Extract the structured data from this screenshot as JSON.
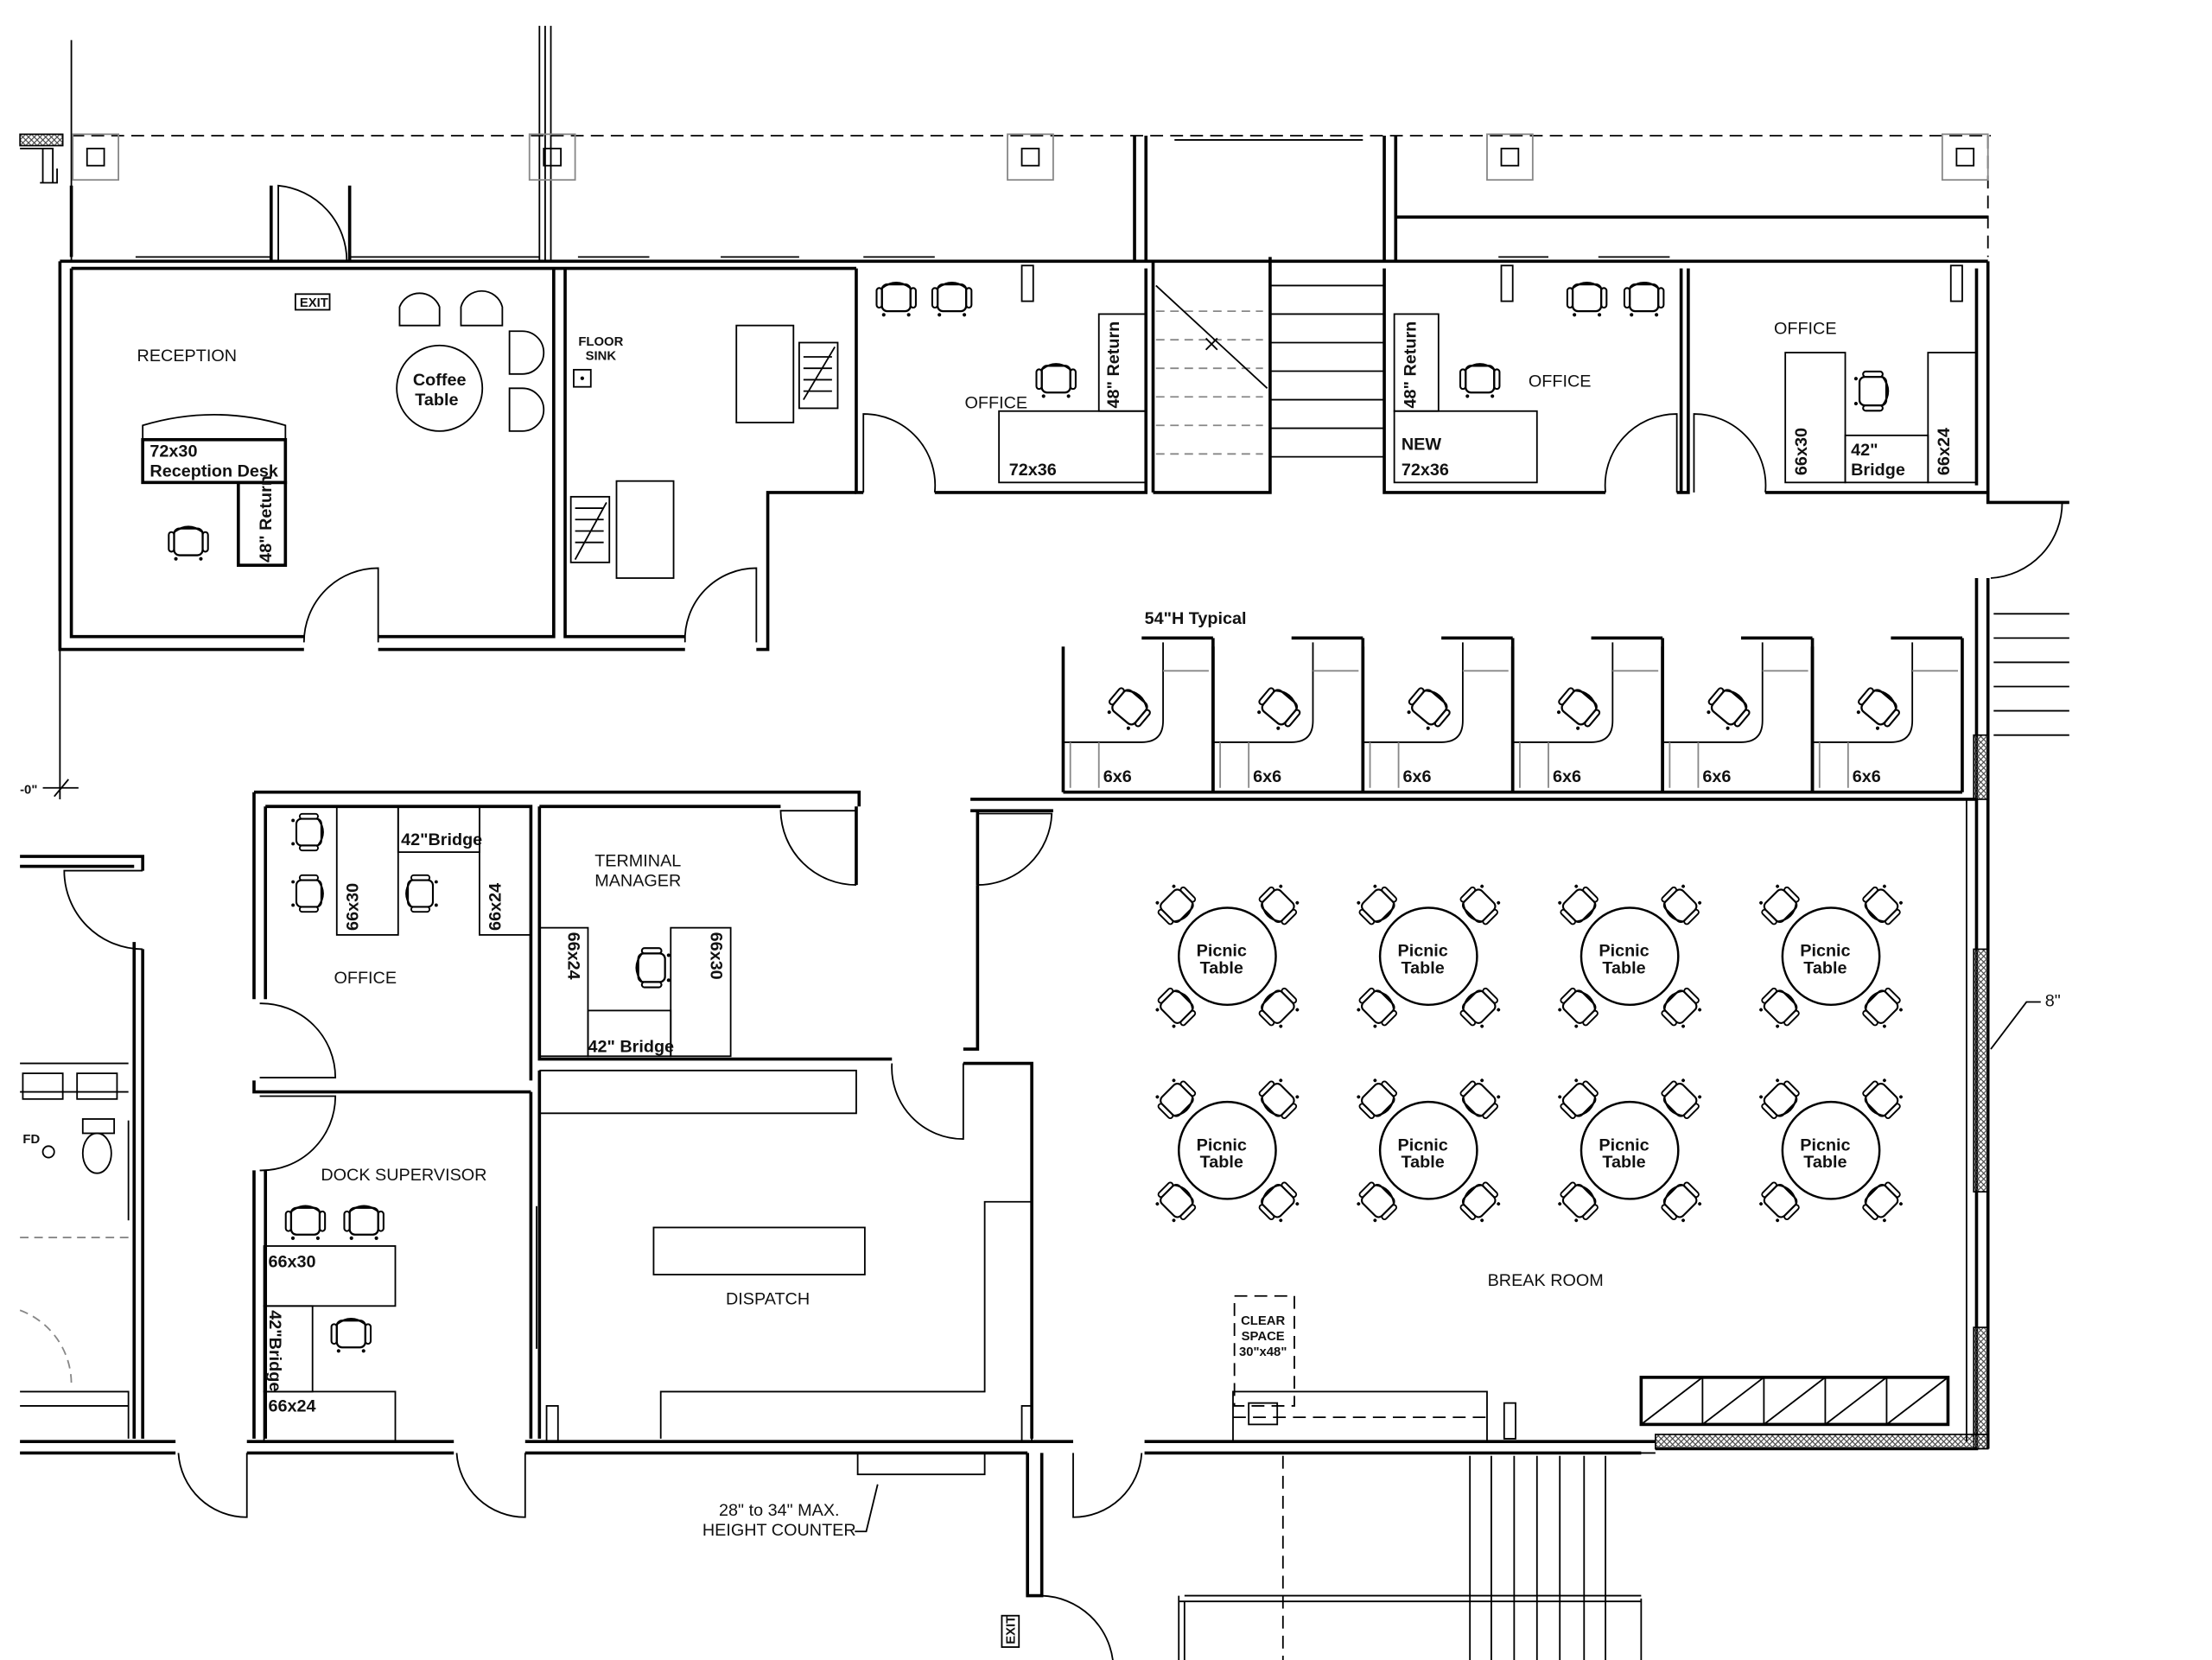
{
  "rooms": {
    "reception": "RECEPTION",
    "office_top_left": "OFFICE",
    "office_top_mid": "OFFICE",
    "office_top_right": "OFFICE",
    "office_lower": "OFFICE",
    "terminal_manager_1": "TERMINAL",
    "terminal_manager_2": "MANAGER",
    "dock_supervisor": "DOCK SUPERVISOR",
    "dispatch": "DISPATCH",
    "break_room": "BREAK ROOM"
  },
  "labels": {
    "exit_top": "EXIT",
    "exit_bottom": "EXIT",
    "coffee_1": "Coffee",
    "coffee_2": "Table",
    "reception_desk_1": "72x30",
    "reception_desk_2": "Reception  Desk",
    "reception_return": "48\" Return",
    "floor_sink_1": "FLOOR",
    "floor_sink_2": "SINK",
    "office1_desk": "72x36",
    "office1_return": "48\" Return",
    "office2_desk_1": "NEW",
    "office2_desk_2": "72x36",
    "office2_return": "48\" Return",
    "office3_desk_a": "66x30",
    "office3_bridge_1": "42\"",
    "office3_bridge_2": "Bridge",
    "office3_desk_b": "66x24",
    "cubicle_height": "54\"H  Typical",
    "lower_office_desk_a": "66x30",
    "lower_office_bridge": "42\"Bridge",
    "lower_office_desk_b": "66x24",
    "tm_desk_a": "66x24",
    "tm_desk_b": "66x30",
    "tm_bridge": "42\"  Bridge",
    "ds_desk_a": "66x30",
    "ds_bridge": "42\"Bridge",
    "ds_desk_b": "66x24",
    "counter_1": "28\" to 34\" MAX.",
    "counter_2": "HEIGHT COUNTER",
    "clear_1": "CLEAR",
    "clear_2": "SPACE",
    "clear_3": "30\"x48\"",
    "wall_thickness": "8\"",
    "elevation": "-0\"",
    "floor_drain": "FD"
  },
  "cubicles": [
    "6x6",
    "6x6",
    "6x6",
    "6x6",
    "6x6",
    "6x6"
  ],
  "picnic_tables": [
    {
      "l1": "Picnic",
      "l2": "Table"
    },
    {
      "l1": "Picnic",
      "l2": "Table"
    },
    {
      "l1": "Picnic",
      "l2": "Table"
    },
    {
      "l1": "Picnic",
      "l2": "Table"
    },
    {
      "l1": "Picnic",
      "l2": "Table"
    },
    {
      "l1": "Picnic",
      "l2": "Table"
    },
    {
      "l1": "Picnic",
      "l2": "Table"
    },
    {
      "l1": "Picnic",
      "l2": "Table"
    }
  ]
}
